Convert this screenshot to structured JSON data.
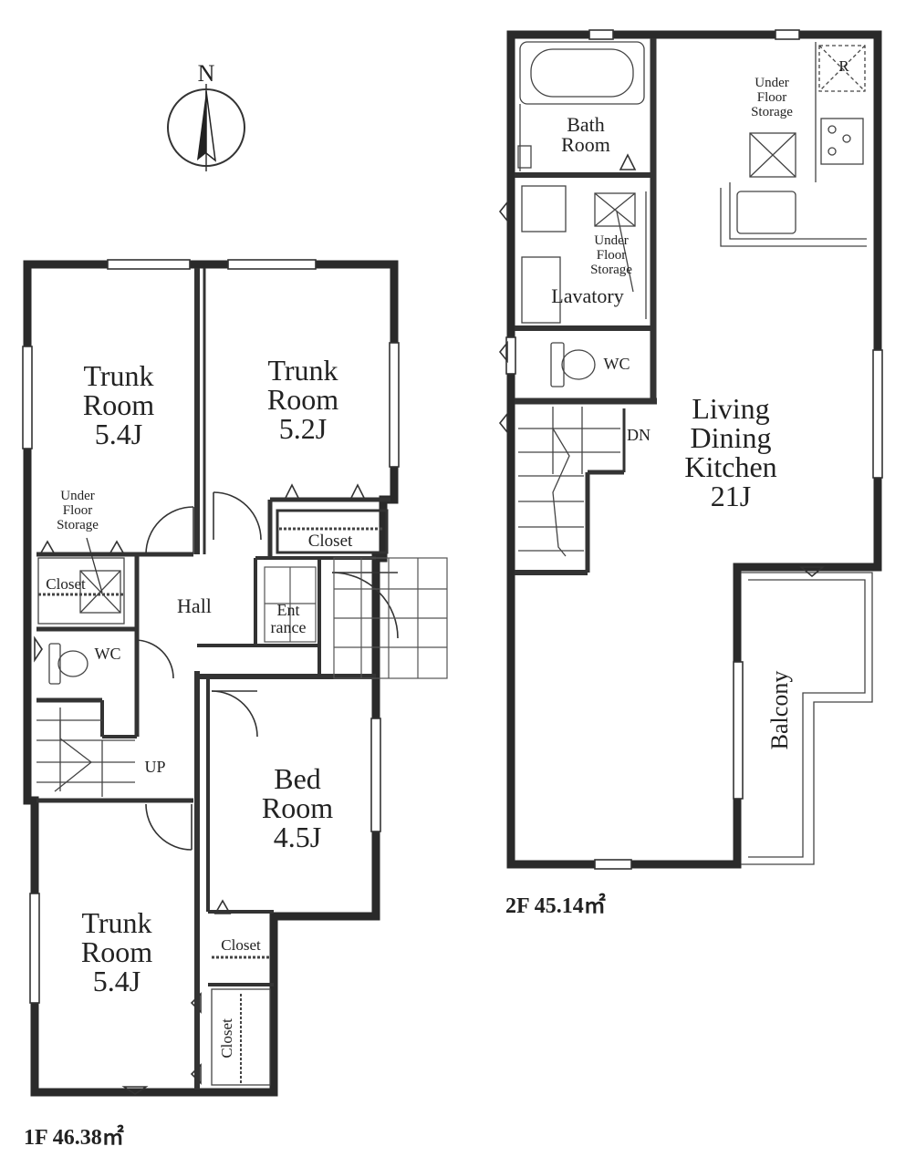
{
  "compass": {
    "letter": "N"
  },
  "floor1": {
    "area_label": "1F 46.38㎡",
    "rooms": {
      "trunk1": [
        "Trunk",
        "Room",
        "5.4J"
      ],
      "trunk2": [
        "Trunk",
        "Room",
        "5.2J"
      ],
      "trunk3": [
        "Trunk",
        "Room",
        "5.4J"
      ],
      "bed": [
        "Bed",
        "Room",
        "4.5J"
      ],
      "hall": "Hall",
      "entrance": [
        "Ent",
        "rance"
      ],
      "wc": "WC",
      "closet_trunk2": "Closet",
      "closet_left": "Closet",
      "closet_bed": "Closet",
      "closet_vertical": "Closet",
      "storage": [
        "Under",
        "Floor",
        "Storage"
      ],
      "stairs": "UP"
    }
  },
  "floor2": {
    "area_label": "2F 45.14㎡",
    "rooms": {
      "bath": [
        "Bath",
        "Room"
      ],
      "lavatory": "Lavatory",
      "wc": "WC",
      "ldk": [
        "Living",
        "Dining",
        "Kitchen",
        "21J"
      ],
      "balcony": "Balcony",
      "stairs": "DN",
      "storage_lav": [
        "Under",
        "Floor",
        "Storage"
      ],
      "storage_kitchen": [
        "Under",
        "Floor",
        "Storage"
      ],
      "fridge": "R"
    }
  }
}
